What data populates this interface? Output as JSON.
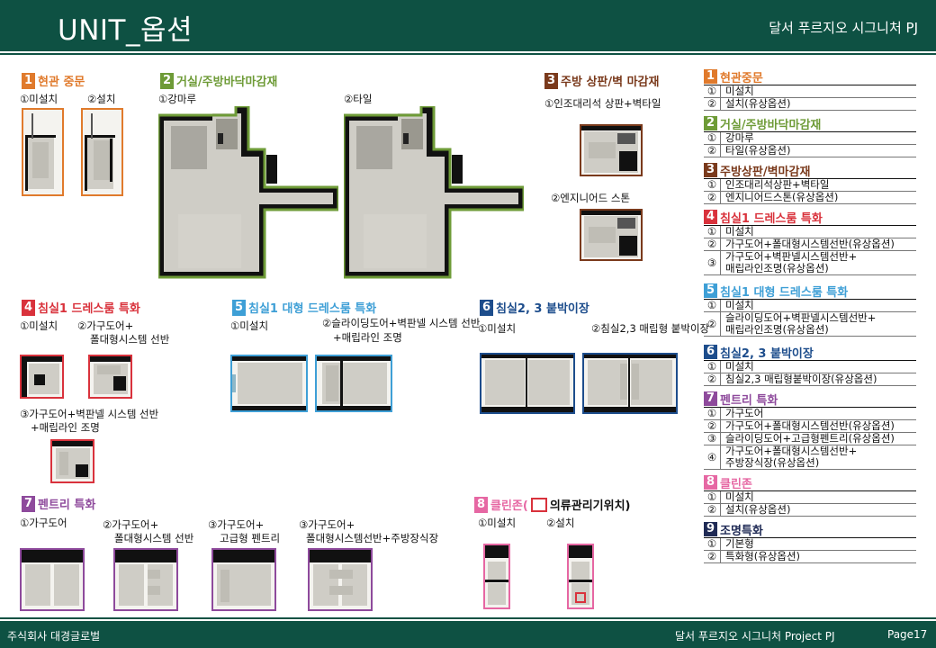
{
  "header": {
    "title": "UNIT_옵션",
    "project": "달서 푸르지오 시그니처 PJ"
  },
  "footer": {
    "company": "주식회사 대경글로벌",
    "project": "달서 푸르지오 시그니처 Project PJ",
    "page": "Page17"
  },
  "colors": {
    "green_dark": "#0e5143",
    "orange": "#e07a2c",
    "green": "#6e9b37",
    "brown": "#7a3a1c",
    "red": "#d9323c",
    "blue": "#3e9fd6",
    "navy": "#1d4d8c",
    "purple": "#8e4a9c",
    "pink": "#e667a3",
    "dark_navy": "#1f2a55"
  },
  "sections": {
    "s1": {
      "num": "1",
      "title": "현관 중문",
      "labels": [
        "①미설치",
        "②설치"
      ]
    },
    "s2": {
      "num": "2",
      "title": "거실/주방바닥마감재",
      "labels": [
        "①강마루",
        "②타일"
      ]
    },
    "s3": {
      "num": "3",
      "title": "주방 상판/벽 마감재",
      "labels": [
        "①인조대리석 상판+벽타일",
        "②엔지니어드 스톤"
      ]
    },
    "s4": {
      "num": "4",
      "title": "침실1 드레스룸 특화",
      "labels": [
        "①미설치",
        "②가구도어+",
        "폴대형시스템 선반",
        "③가구도어+벽판넬 시스템 선반",
        "+매립라인 조명"
      ]
    },
    "s5": {
      "num": "5",
      "title": "침실1 대형 드레스룸 특화",
      "labels": [
        "①미설치",
        "②슬라이딩도어+벽판넬 시스템 선반",
        "+매립라인 조명"
      ]
    },
    "s6": {
      "num": "6",
      "title": "침실2, 3 붙박이장",
      "labels": [
        "①미설치",
        "②침실2,3 매립형 붙박이장"
      ]
    },
    "s7": {
      "num": "7",
      "title": "펜트리 특화",
      "labels": [
        "①가구도어",
        "②가구도어+",
        "폴대형시스템  선반",
        "③가구도어+",
        "고급형 펜트리",
        "③가구도어+",
        "폴대형시스템선반+주방장식장"
      ]
    },
    "s8": {
      "num": "8",
      "title": "클린존(",
      "title_after": "의류관리기위치)",
      "labels": [
        "①미설치",
        "②설치"
      ]
    }
  },
  "legend": [
    {
      "num": "1",
      "title": "현관중문",
      "color": "#e07a2c",
      "items": [
        [
          "①",
          "미설치"
        ],
        [
          "②",
          "설치(유상옵션)"
        ]
      ]
    },
    {
      "num": "2",
      "title": "거실/주방바닥마감재",
      "color": "#6e9b37",
      "items": [
        [
          "①",
          "강마루"
        ],
        [
          "②",
          "타일(유상옵션)"
        ]
      ]
    },
    {
      "num": "3",
      "title": "주방상판/벽마감재",
      "color": "#7a3a1c",
      "items": [
        [
          "①",
          "인조대리석상판+벽타일"
        ],
        [
          "②",
          "엔지니어드스톤(유상옵션)"
        ]
      ]
    },
    {
      "num": "4",
      "title": "침실1 드레스룸 특화",
      "color": "#d9323c",
      "items": [
        [
          "①",
          "미설치"
        ],
        [
          "②",
          "가구도어+폴대형시스템선반(유상옵션)"
        ],
        [
          "③",
          "가구도어+벽판넬시스템선반+\n매립라인조명(유상옵션)"
        ]
      ]
    },
    {
      "num": "5",
      "title": "침실1 대형 드레스룸 특화",
      "color": "#3e9fd6",
      "items": [
        [
          "①",
          "미설치"
        ],
        [
          "②",
          "슬라이딩도어+벽판넬시스템선반+\n매립라인조명(유상옵션)"
        ]
      ]
    },
    {
      "num": "6",
      "title": "침실2, 3 붙박이장",
      "color": "#1d4d8c",
      "items": [
        [
          "①",
          "미설치"
        ],
        [
          "②",
          "침실2,3 매립형붙박이장(유상옵션)"
        ]
      ]
    },
    {
      "num": "7",
      "title": "펜트리 특화",
      "color": "#8e4a9c",
      "items": [
        [
          "①",
          "가구도어"
        ],
        [
          "②",
          "가구도어+폴대형시스템선반(유상옵션)"
        ],
        [
          "③",
          "슬라이딩도어+고급형펜트리(유상옵션)"
        ],
        [
          "④",
          "가구도어+폴대형시스템선반+\n주방장식장(유상옵션)"
        ]
      ]
    },
    {
      "num": "8",
      "title": "클린존",
      "color": "#e667a3",
      "items": [
        [
          "①",
          "미설치"
        ],
        [
          "②",
          "설치(유상옵션)"
        ]
      ]
    },
    {
      "num": "9",
      "title": "조명특화",
      "color": "#1f2a55",
      "items": [
        [
          "①",
          "기본형"
        ],
        [
          "②",
          "특화형(유상옵션)"
        ]
      ]
    }
  ]
}
